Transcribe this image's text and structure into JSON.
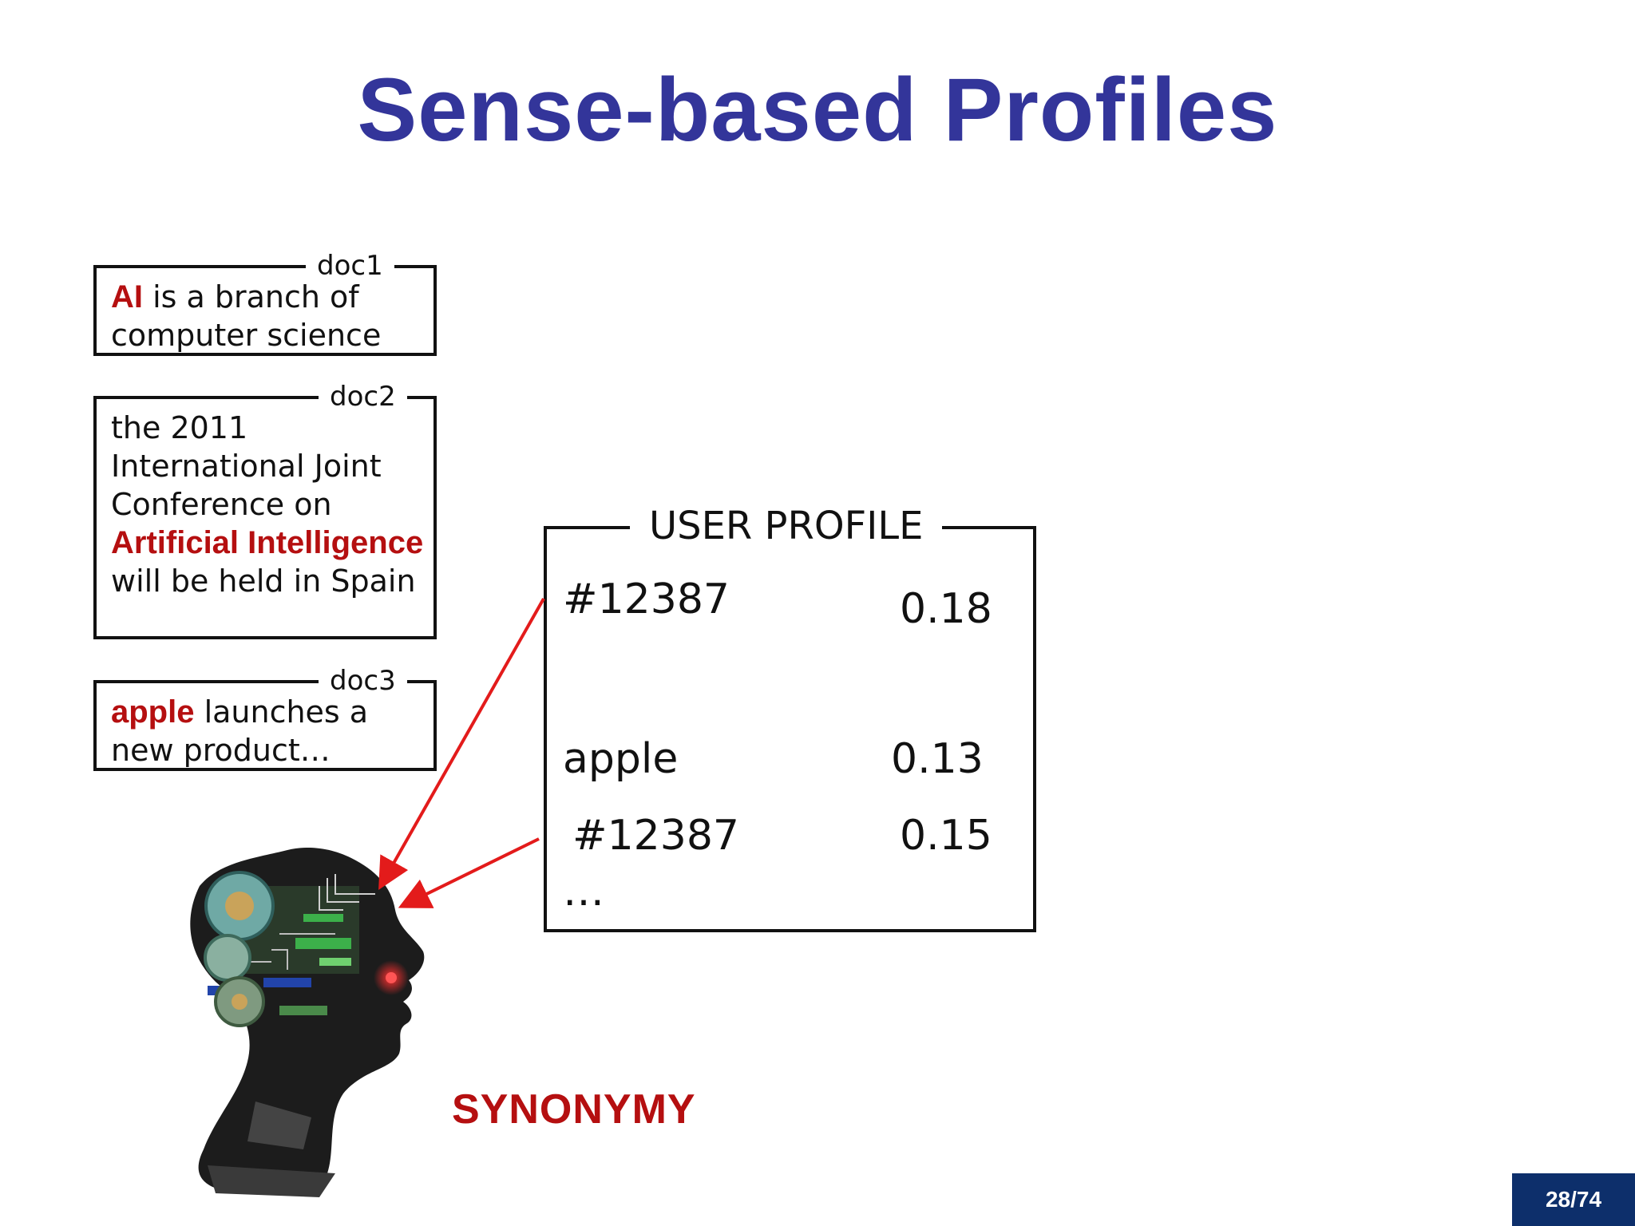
{
  "slide": {
    "title": "Sense-based Profiles",
    "page_number": "28/74"
  },
  "docs": [
    {
      "label": "doc1",
      "parts": [
        {
          "text": "AI",
          "highlight": true
        },
        {
          "text": " is a branch of computer science",
          "highlight": false
        }
      ]
    },
    {
      "label": "doc2",
      "parts": [
        {
          "text": "the 2011 International Joint Conference on ",
          "highlight": false
        },
        {
          "text": "Artificial Intelligence",
          "highlight": true
        },
        {
          "text": " will be held in Spain",
          "highlight": false
        }
      ]
    },
    {
      "label": "doc3",
      "parts": [
        {
          "text": "apple",
          "highlight": true
        },
        {
          "text": " launches a new product…",
          "highlight": false
        }
      ]
    }
  ],
  "profile": {
    "label": "USER PROFILE",
    "rows": [
      {
        "term": "#12387",
        "weight": "0.18"
      },
      {
        "term": "apple",
        "weight": "0.13"
      },
      {
        "term": "#12387",
        "weight": "0.15"
      }
    ],
    "ellipsis": "…"
  },
  "annotation": "SYNONYMY",
  "colors": {
    "title": "#33359a",
    "highlight": "#b50f10",
    "arrow": "#e31b1b",
    "page_badge": "#0d2f6b"
  },
  "image": {
    "icon": "robot-brain-head-icon"
  }
}
